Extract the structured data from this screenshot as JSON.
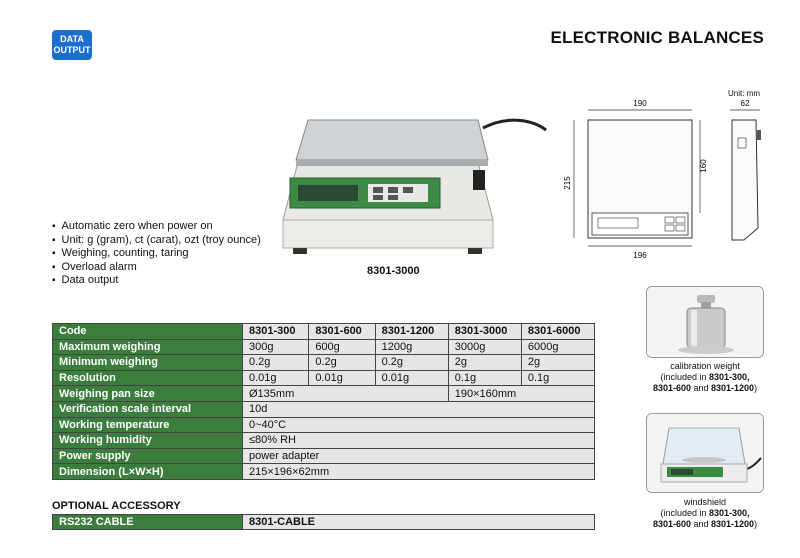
{
  "badge": {
    "line1": "DATA",
    "line2": "OUTPUT"
  },
  "page_title": "ELECTRONIC BALANCES",
  "features": [
    "Automatic zero when power on",
    "Unit: g (gram), ct (carat), ozt (troy ounce)",
    "Weighing, counting, taring",
    "Overload alarm",
    "Data output"
  ],
  "product_caption": "8301-3000",
  "drawing": {
    "unit": "Unit: mm",
    "dim_top": "190",
    "dim_side_top": "62",
    "dim_left": "215",
    "dim_right": "160",
    "dim_bottom": "196"
  },
  "spec_table": {
    "header": {
      "label": "Code",
      "cols": [
        "8301-300",
        "8301-600",
        "8301-1200",
        "8301-3000",
        "8301-6000"
      ]
    },
    "rows": [
      {
        "label": "Maximum weighing",
        "cells": [
          "300g",
          "600g",
          "1200g",
          "3000g",
          "6000g"
        ]
      },
      {
        "label": "Minimum weighing",
        "cells": [
          "0.2g",
          "0.2g",
          "0.2g",
          "2g",
          "2g"
        ]
      },
      {
        "label": "Resolution",
        "cells": [
          "0.01g",
          "0.01g",
          "0.01g",
          "0.1g",
          "0.1g"
        ]
      },
      {
        "label": "Weighing pan size",
        "cells": [
          "Ø135mm",
          "190×160mm"
        ]
      },
      {
        "label": "Verification scale interval",
        "cells": [
          "10d"
        ]
      },
      {
        "label": "Working temperature",
        "cells": [
          "0~40°C"
        ]
      },
      {
        "label": "Working humidity",
        "cells": [
          "≤80% RH"
        ]
      },
      {
        "label": "Power supply",
        "cells": [
          "power adapter"
        ]
      },
      {
        "label": "Dimension (L×W×H)",
        "cells": [
          "215×196×62mm"
        ]
      }
    ]
  },
  "optional": {
    "title": "OPTIONAL ACCESSORY",
    "label": "RS232 CABLE",
    "value": "8301-CABLE"
  },
  "accessories": [
    {
      "name": "calibration weight",
      "line2_pre": "(included in ",
      "line2_bold": "8301-300,",
      "line3_bold1": "8301-600",
      "line3_mid": " and ",
      "line3_bold2": "8301-1200",
      "line3_post": ")"
    },
    {
      "name": "windshield",
      "line2_pre": "(included in ",
      "line2_bold": "8301-300,",
      "line3_bold1": "8301-600",
      "line3_mid": " and ",
      "line3_bold2": "8301-1200",
      "line3_post": ")"
    }
  ]
}
